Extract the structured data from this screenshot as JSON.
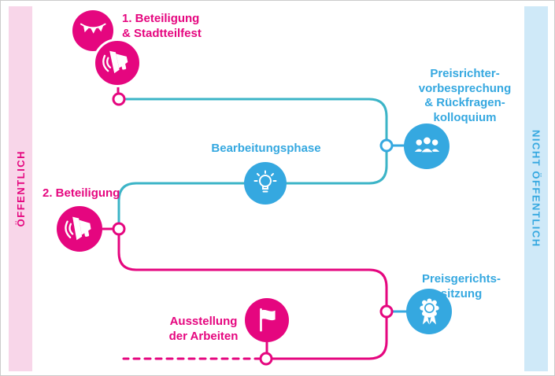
{
  "palette": {
    "pink": "#e5067f",
    "pink_light": "#f8d6e9",
    "blue": "#35a8e0",
    "blue_light": "#cfe9f8",
    "teal": "#3cb4c7"
  },
  "bands": {
    "left": {
      "label": "ÖFFENTLICH"
    },
    "right": {
      "label": "NICHT ÖFFENTLICH"
    }
  },
  "steps": [
    {
      "id": "beteiligung-1",
      "label": "1. Beteiligung\n& Stadtteilfest",
      "audience": "öffentlich",
      "icons": [
        "bunting-icon",
        "megaphone-icon"
      ]
    },
    {
      "id": "preisrichter",
      "label": "Preisrichter-\nvorbesprechung\n& Rückfragen-\nkolloquium",
      "audience": "nicht öffentlich",
      "icons": [
        "committee-icon"
      ]
    },
    {
      "id": "bearbeitungsphase",
      "label": "Bearbeitungsphase",
      "audience": "nicht öffentlich",
      "icons": [
        "lightbulb-icon"
      ]
    },
    {
      "id": "beteiligung-2",
      "label": "2. Beteiligung",
      "audience": "öffentlich",
      "icons": [
        "megaphone-icon"
      ]
    },
    {
      "id": "preisgericht",
      "label": "Preisgerichts-\nsitzung",
      "audience": "nicht öffentlich",
      "icons": [
        "award-icon"
      ]
    },
    {
      "id": "ausstellung",
      "label": "Ausstellung\nder Arbeiten",
      "audience": "öffentlich",
      "icons": [
        "flag-icon"
      ]
    }
  ]
}
